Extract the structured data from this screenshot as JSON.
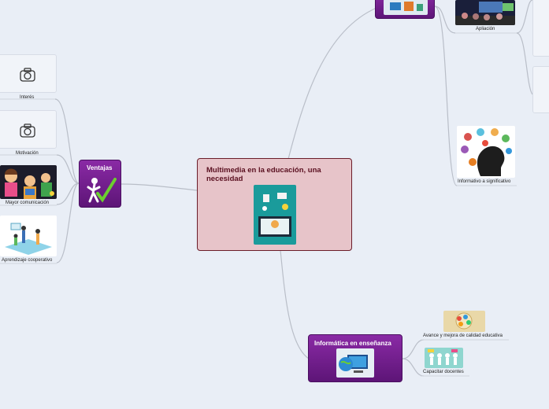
{
  "central": {
    "title": "Multimedia en la educación, una necesidad"
  },
  "ventajas": {
    "title": "Ventajas"
  },
  "informatica": {
    "title": "Informática en enseñanza"
  },
  "left_items": [
    {
      "label": "Interés"
    },
    {
      "label": "Motivación"
    },
    {
      "label": "Mayor comunicación"
    },
    {
      "label": "Aprendizaje cooperativo"
    }
  ],
  "right_top_items": [
    {
      "label": "Apliación"
    },
    {
      "label": "Informativo a significativo"
    }
  ],
  "info_items": [
    {
      "label": "Avance y mejora de calidad educativa"
    },
    {
      "label": "Capacitar docentes"
    }
  ],
  "colors": {
    "background": "#e9eef6",
    "central_fill": "#e7c4c9",
    "central_border": "#6b1d2a",
    "purple": "#7a1f96",
    "line": "#b9bec8"
  },
  "icons": [
    "camera-icon",
    "checkmark-figure-icon"
  ]
}
